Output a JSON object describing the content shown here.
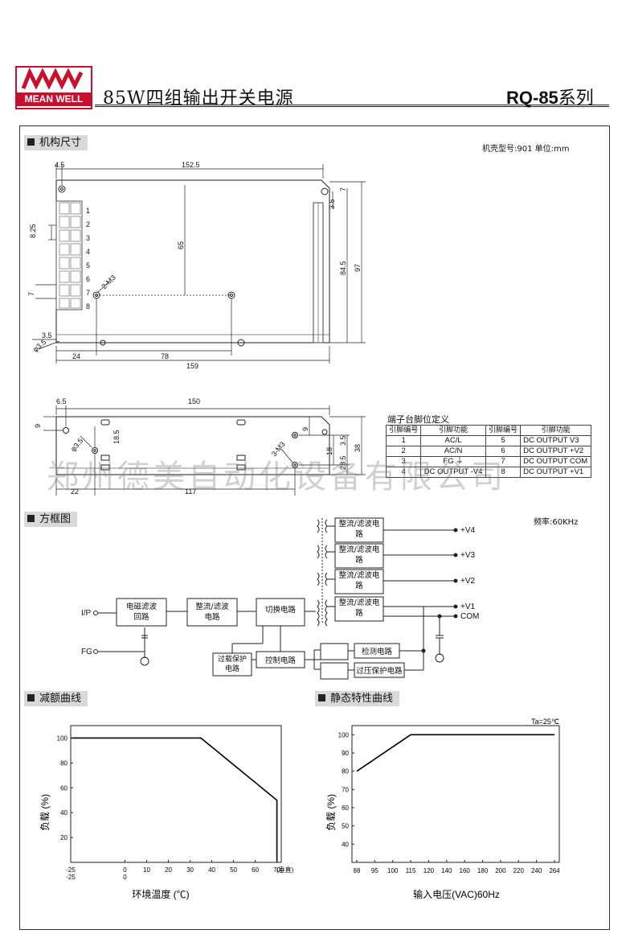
{
  "header": {
    "logo_text": "MEAN WELL",
    "title": "85W四组输出开关电源",
    "series_model": "RQ-85",
    "series_suffix": "系列"
  },
  "sections": {
    "mechanical": "机构尺寸",
    "block_diagram": "方框图",
    "derating": "减额曲线",
    "static": "静态特性曲线"
  },
  "mechanical": {
    "case_note": "机壳型号:901 单位:mm",
    "dims": {
      "d4_5": "4.5",
      "d152_5": "152.5",
      "d7": "7",
      "d3_5": "3.5",
      "d8_25": "8.25",
      "d65": "65",
      "d84_5": "84.5",
      "d97": "97",
      "d7b": "7",
      "m3_label": "2-M3",
      "phi3_5": "φ3.5",
      "d3_5b": "3.5",
      "d24": "24",
      "d78": "78",
      "d159": "159",
      "d6_5": "6.5",
      "d150": "150",
      "d9": "9",
      "phi3_5b": "φ3.5",
      "d18_5": "18.5",
      "d9b": "9",
      "d18": "18",
      "d3_5c": "3.5",
      "d28_5": "28.5",
      "d38": "38",
      "m3b_label": "3-M3",
      "d22": "22",
      "d117": "117"
    },
    "pins": [
      "1",
      "2",
      "3",
      "4",
      "5",
      "6",
      "7",
      "8"
    ]
  },
  "pin_table": {
    "title": "端子台脚位定义",
    "headers": [
      "引脚编号",
      "引脚功能",
      "引脚编号",
      "引脚功能"
    ],
    "rows": [
      [
        "1",
        "AC/L",
        "5",
        "DC OUTPUT V3"
      ],
      [
        "2",
        "AC/N",
        "6",
        "DC OUTPUT +V2"
      ],
      [
        "3",
        "FG ⏚",
        "7",
        "DC OUTPUT COM"
      ],
      [
        "4",
        "DC OUTPUT -V4",
        "8",
        "DC OUTPUT +V1"
      ]
    ]
  },
  "watermark": "郑州德美自动化设备有限公司",
  "block": {
    "freq": "频率:60KHz",
    "ip": "I/P",
    "fg": "FG",
    "emi": "电磁滤波回路",
    "rect1": "整流/滤波电路",
    "switch": "切换电路",
    "control": "控制电路",
    "olp": "过载保护电路",
    "detect": "检测电路",
    "ovp": "过压保护电路",
    "rect_out": "整流/滤波电路",
    "outputs": [
      "+V4",
      "+V3",
      "+V2",
      "+V1",
      "COM"
    ]
  },
  "derating_chart": {
    "xlabel": "环境温度 (℃)",
    "ylabel": "负载 (%)",
    "x_unit_note": "(垂直)",
    "xticks_top": [
      "-25",
      "0",
      "10",
      "20",
      "30",
      "40",
      "50",
      "60",
      "70"
    ],
    "xticks_bottom": [
      "-25",
      "0"
    ],
    "yticks": [
      "20",
      "40",
      "60",
      "80",
      "100"
    ]
  },
  "static_chart": {
    "xlabel": "输入电压(VAC)60Hz",
    "ylabel": "负载 (%)",
    "note": "Ta=25℃",
    "xticks": [
      "88",
      "95",
      "100",
      "115",
      "120",
      "140",
      "160",
      "180",
      "200",
      "220",
      "240",
      "264"
    ],
    "yticks": [
      "40",
      "50",
      "60",
      "70",
      "80",
      "90",
      "100"
    ]
  },
  "chart_data": [
    {
      "type": "line",
      "title": "",
      "xlabel": "环境温度 (℃)",
      "ylabel": "负载 (%)",
      "xlim": [
        -25,
        72
      ],
      "ylim": [
        0,
        110
      ],
      "x": [
        -25,
        35,
        70,
        70
      ],
      "y": [
        100,
        100,
        50,
        0
      ]
    },
    {
      "type": "line",
      "title": "",
      "xlabel": "输入电压(VAC)60Hz",
      "ylabel": "负载 (%)",
      "xlim": [
        88,
        264
      ],
      "ylim": [
        30,
        105
      ],
      "x": [
        88,
        115,
        264
      ],
      "y": [
        80,
        100,
        100
      ]
    }
  ]
}
